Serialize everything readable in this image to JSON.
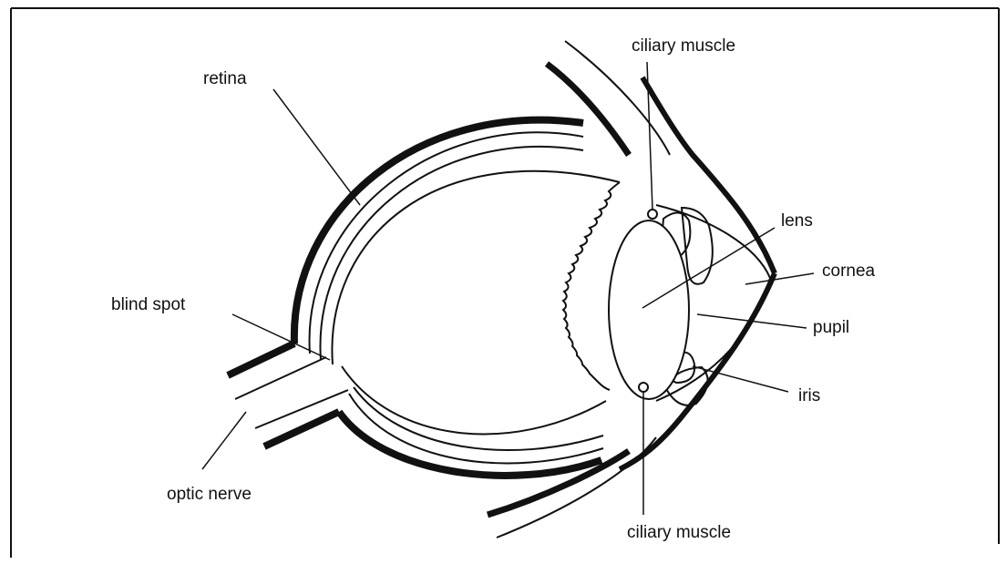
{
  "labels": {
    "retina": "retina",
    "ciliary_muscle_top": "ciliary muscle",
    "lens": "lens",
    "cornea": "cornea",
    "pupil": "pupil",
    "iris": "iris",
    "blind_spot": "blind spot",
    "optic_nerve": "optic nerve",
    "ciliary_muscle_bottom": "ciliary muscle"
  },
  "colors": {
    "ink": "#111111",
    "background": "#ffffff"
  }
}
